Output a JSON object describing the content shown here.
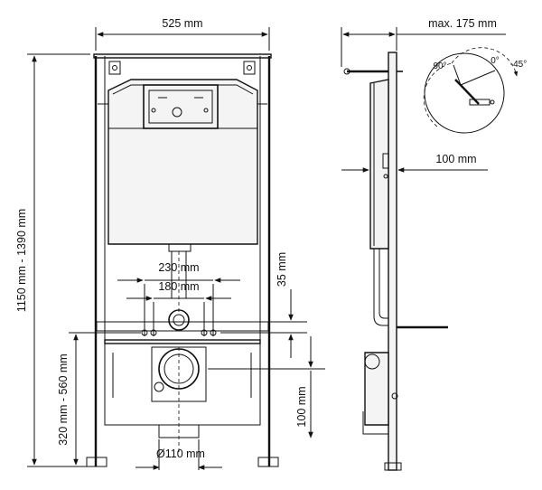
{
  "front_view": {
    "width_label": "525 mm",
    "height_label": "1150 mm - 1390 mm",
    "low_height_label": "320 mm - 560 mm",
    "bolt_outer_label": "230 mm",
    "bolt_inner_label": "180 mm",
    "drain_label": "Ø110 mm"
  },
  "side_view": {
    "depth_label": "max. 175 mm",
    "offset_label": "100 mm",
    "gap_label": "35 mm",
    "drop_label": "100 mm"
  },
  "angle_detail": {
    "angle_90": "90°",
    "angle_0": "0°",
    "angle_45": "-45°"
  }
}
